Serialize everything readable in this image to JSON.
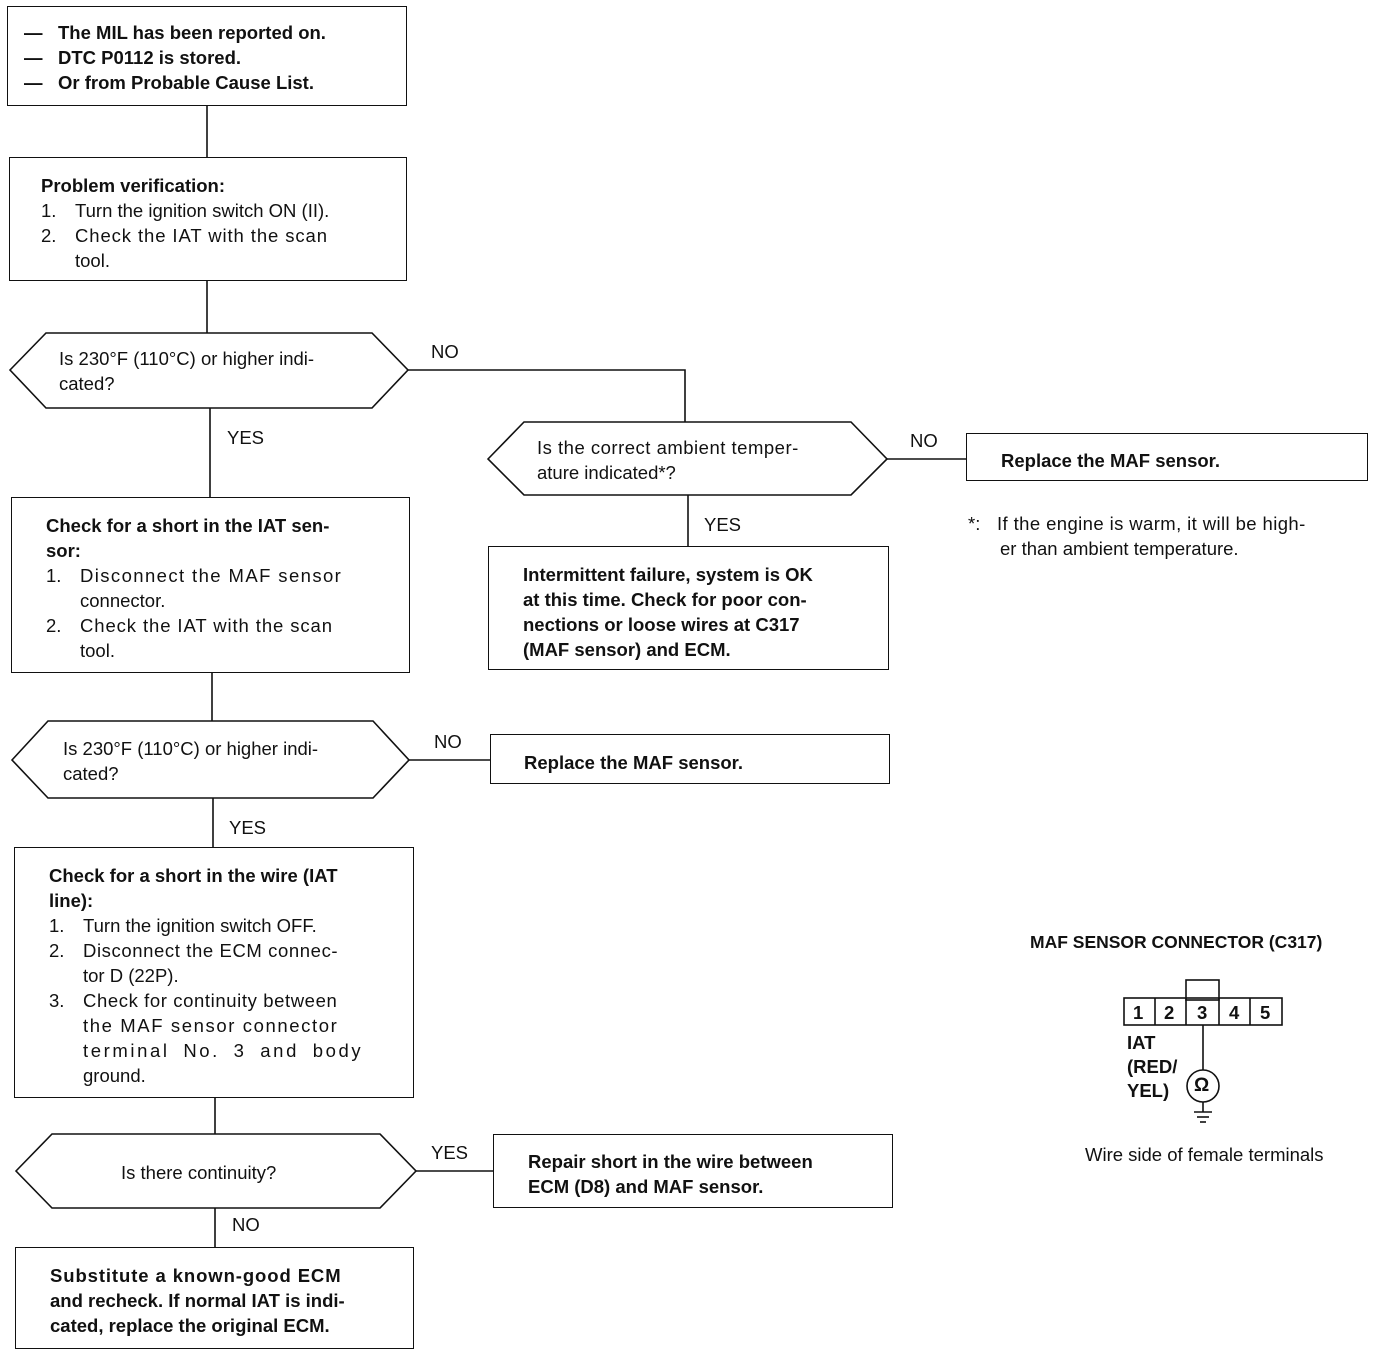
{
  "start": {
    "lines": [
      "The MIL has been reported on.",
      "DTC P0112 is stored.",
      "Or from Probable Cause List."
    ],
    "bullet": "—"
  },
  "verify": {
    "heading": "Problem verification:",
    "steps": [
      {
        "num": "1.",
        "lines": [
          "Turn the ignition switch ON (II)."
        ]
      },
      {
        "num": "2.",
        "lines": [
          "Check the IAT with the scan",
          "tool."
        ]
      }
    ]
  },
  "q1": {
    "lines": [
      "Is 230°F (110°C) or higher indi-",
      "cated?"
    ]
  },
  "q2": {
    "lines": [
      "Is the correct ambient temper-",
      "ature indicated*?"
    ]
  },
  "replace1": {
    "text": "Replace the MAF sensor."
  },
  "footnote": {
    "mark": "*:",
    "lines": [
      "If the engine is warm, it will be high-",
      "er than ambient temperature."
    ]
  },
  "check_sensor": {
    "heading": [
      "Check for a short in the IAT sen-",
      "sor:"
    ],
    "steps": [
      {
        "num": "1.",
        "lines": [
          "Disconnect the MAF sensor",
          "connector."
        ]
      },
      {
        "num": "2.",
        "lines": [
          "Check the IAT with the scan",
          "tool."
        ]
      }
    ]
  },
  "intermittent": {
    "lines": [
      "Intermittent failure, system is OK",
      "at this time. Check for poor con-",
      "nections or loose wires at C317",
      "(MAF sensor) and ECM."
    ]
  },
  "q3": {
    "lines": [
      "Is 230°F (110°C) or higher indi-",
      "cated?"
    ]
  },
  "replace2": {
    "text": "Replace the MAF sensor."
  },
  "check_wire": {
    "heading": [
      "Check for a short in the wire (IAT",
      "line):"
    ],
    "steps": [
      {
        "num": "1.",
        "lines": [
          "Turn the ignition switch OFF."
        ]
      },
      {
        "num": "2.",
        "lines": [
          "Disconnect the ECM connec-",
          "tor D (22P)."
        ]
      },
      {
        "num": "3.",
        "lines": [
          "Check for continuity between",
          "the MAF sensor connector",
          "terminal No. 3 and body",
          "ground."
        ]
      }
    ]
  },
  "q4": {
    "text": "Is there continuity?"
  },
  "repair": {
    "lines": [
      "Repair short in the wire between",
      "ECM (D8) and MAF sensor."
    ]
  },
  "substitute": {
    "lines": [
      "Substitute a known-good ECM",
      "and recheck. If normal IAT is indi-",
      "cated, replace the original ECM."
    ]
  },
  "edges": {
    "no": "NO",
    "yes": "YES"
  },
  "connector": {
    "title": "MAF SENSOR CONNECTOR (C317)",
    "pins": [
      "1",
      "2",
      "3",
      "4",
      "5"
    ],
    "wire_label": [
      "IAT",
      "(RED/",
      "YEL)"
    ],
    "meter_symbol": "Ω",
    "caption": "Wire side of female terminals"
  }
}
